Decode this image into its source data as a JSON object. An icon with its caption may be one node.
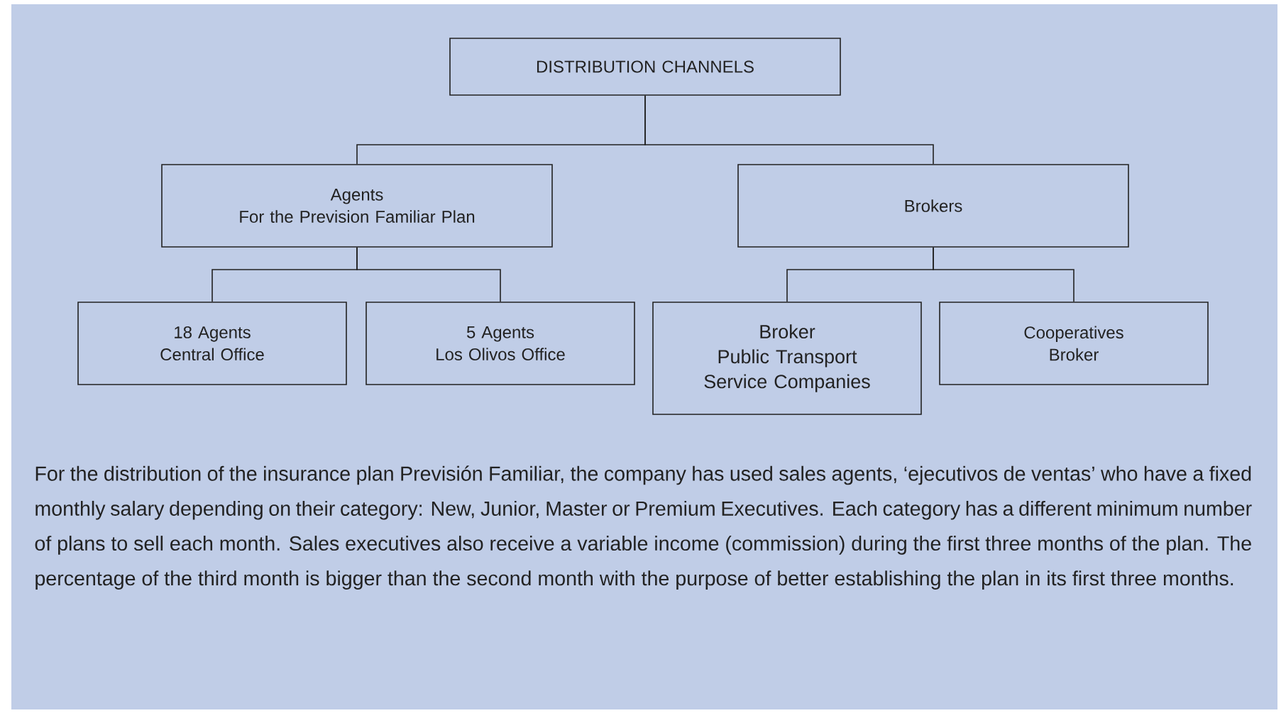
{
  "diagram": {
    "nodes": [
      {
        "text": [
          "DISTRIBUTION CHANNELS"
        ]
      },
      {
        "text": [
          "Agents",
          "For the Prevision Familiar Plan"
        ]
      },
      {
        "text": [
          "Brokers"
        ]
      },
      {
        "text": [
          "18 Agents",
          "Central Office"
        ]
      },
      {
        "text": [
          "5 Agents",
          "Los Olivos Office"
        ]
      },
      {
        "text": [
          "Broker",
          "Public Transport Service Companies"
        ]
      },
      {
        "text": [
          "Cooperatives",
          "Broker"
        ]
      }
    ],
    "edges": [
      {
        "from": 0,
        "to": 1,
        "arrow": "none"
      },
      {
        "from": 0,
        "to": 2,
        "arrow": "none"
      },
      {
        "from": 1,
        "to": 3,
        "arrow": "none"
      },
      {
        "from": 1,
        "to": 4,
        "arrow": "none"
      },
      {
        "from": 2,
        "to": 5,
        "arrow": "none"
      },
      {
        "from": 2,
        "to": 6,
        "arrow": "none"
      }
    ],
    "labels": [
      "For the distribution of the insurance plan Previsión Familiar, the company has used sales agents, ‘ejecutivos de ventas’ who have a fixed monthly salary depending on their category: New, Junior, Master or Premium Executives. Each category has a different minimum number of plans to sell each month. Sales executives also receive a variable income (commission) during the first three months of the plan. The percentage of the third month is bigger than the second month with the purpose of better establishing the plan in its first three months."
    ]
  }
}
